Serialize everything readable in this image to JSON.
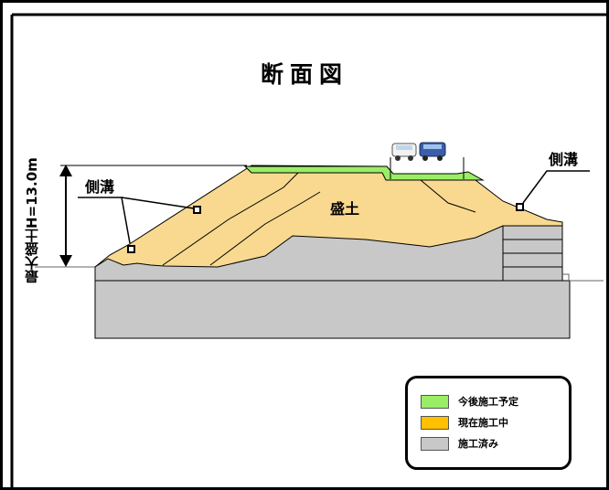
{
  "title": "断面図",
  "height_label": "最大盛土H=13.0m",
  "labels": {
    "fill": "盛土",
    "ditch_left": "側溝",
    "ditch_right": "側溝"
  },
  "legend": [
    {
      "label": "今後施工予定",
      "color": "#99EE66"
    },
    {
      "label": "現在施工中",
      "color": "#FFC000"
    },
    {
      "label": "施工済み",
      "color": "#C8C8C8"
    }
  ],
  "colors": {
    "embankment": "#F8D98F",
    "completed": "#C8C8C8",
    "planned": "#99EE66",
    "frame": "#000000"
  }
}
